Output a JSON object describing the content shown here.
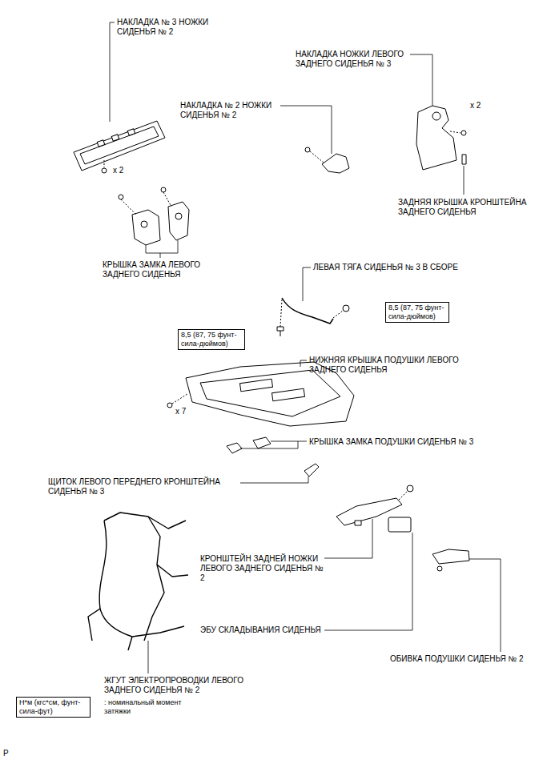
{
  "diagram": {
    "nodes": [
      {
        "text": [
          "8,5 (87, 75 фунт-сила-дюймов)"
        ]
      },
      {
        "text": [
          "8,5 (87, 75 фунт-сила-дюймов)"
        ]
      },
      {
        "text": [
          "Н*м (кгс*см, фунт-сила-фут)",
          ": номинальный момент затяжки"
        ]
      }
    ],
    "labels": [
      "НАКЛАДКА № 3 НОЖКИ СИДЕНЬЯ № 2",
      "НАКЛАДКА НОЖКИ ЛЕВОГО ЗАДНЕГО СИДЕНЬЯ № 3",
      "НАКЛАДКА № 2 НОЖКИ СИДЕНЬЯ № 2",
      "x 2",
      "x 2",
      "ЗАДНЯЯ КРЫШКА КРОНШТЕЙНА ЗАДНЕГО СИДЕНЬЯ",
      "КРЫШКА ЗАМКА ЛЕВОГО ЗАДНЕГО СИДЕНЬЯ",
      "ЛЕВАЯ ТЯГА СИДЕНЬЯ № 3 В СБОРЕ",
      "НИЖНЯЯ КРЫШКА ПОДУШКИ ЛЕВОГО ЗАДНЕГО СИДЕНЬЯ",
      "x 7",
      "КРЫШКА ЗАМКА ПОДУШКИ СИДЕНЬЯ № 3",
      "ЩИТОК ЛЕВОГО ПЕРЕДНЕГО КРОНШТЕЙНА СИДЕНЬЯ № 3",
      "КРОНШТЕЙН ЗАДНЕЙ НОЖКИ ЛЕВОГО ЗАДНЕГО СИДЕНЬЯ № 2",
      "ЭБУ СКЛАДЫВАНИЯ СИДЕНЬЯ",
      "ОБИВКА ПОДУШКИ СИДЕНЬЯ № 2",
      "ЖГУТ ЭЛЕКТРОПРОВОДКИ ЛЕВОГО ЗАДНЕГО СИДЕНЬЯ № 2",
      "P"
    ]
  }
}
